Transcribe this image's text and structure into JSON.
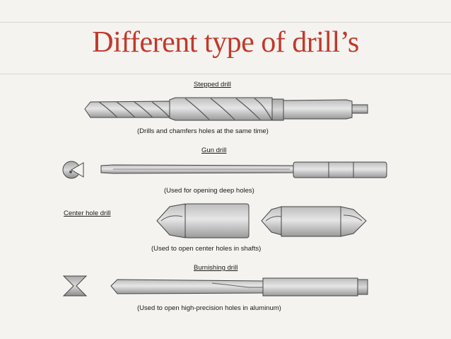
{
  "slide": {
    "title": "Different type of drill’s"
  },
  "drills": [
    {
      "name": "Stepped drill",
      "caption": "(Drills and chamfers holes at the same time)"
    },
    {
      "name": "Gun drill",
      "caption": "(Used for opening deep holes)"
    },
    {
      "name": "Center hole drill",
      "caption": "(Used to open center holes in shafts)"
    },
    {
      "name": "Burnishing drill",
      "caption": "(Used to open high-precision holes in aluminum)"
    }
  ]
}
